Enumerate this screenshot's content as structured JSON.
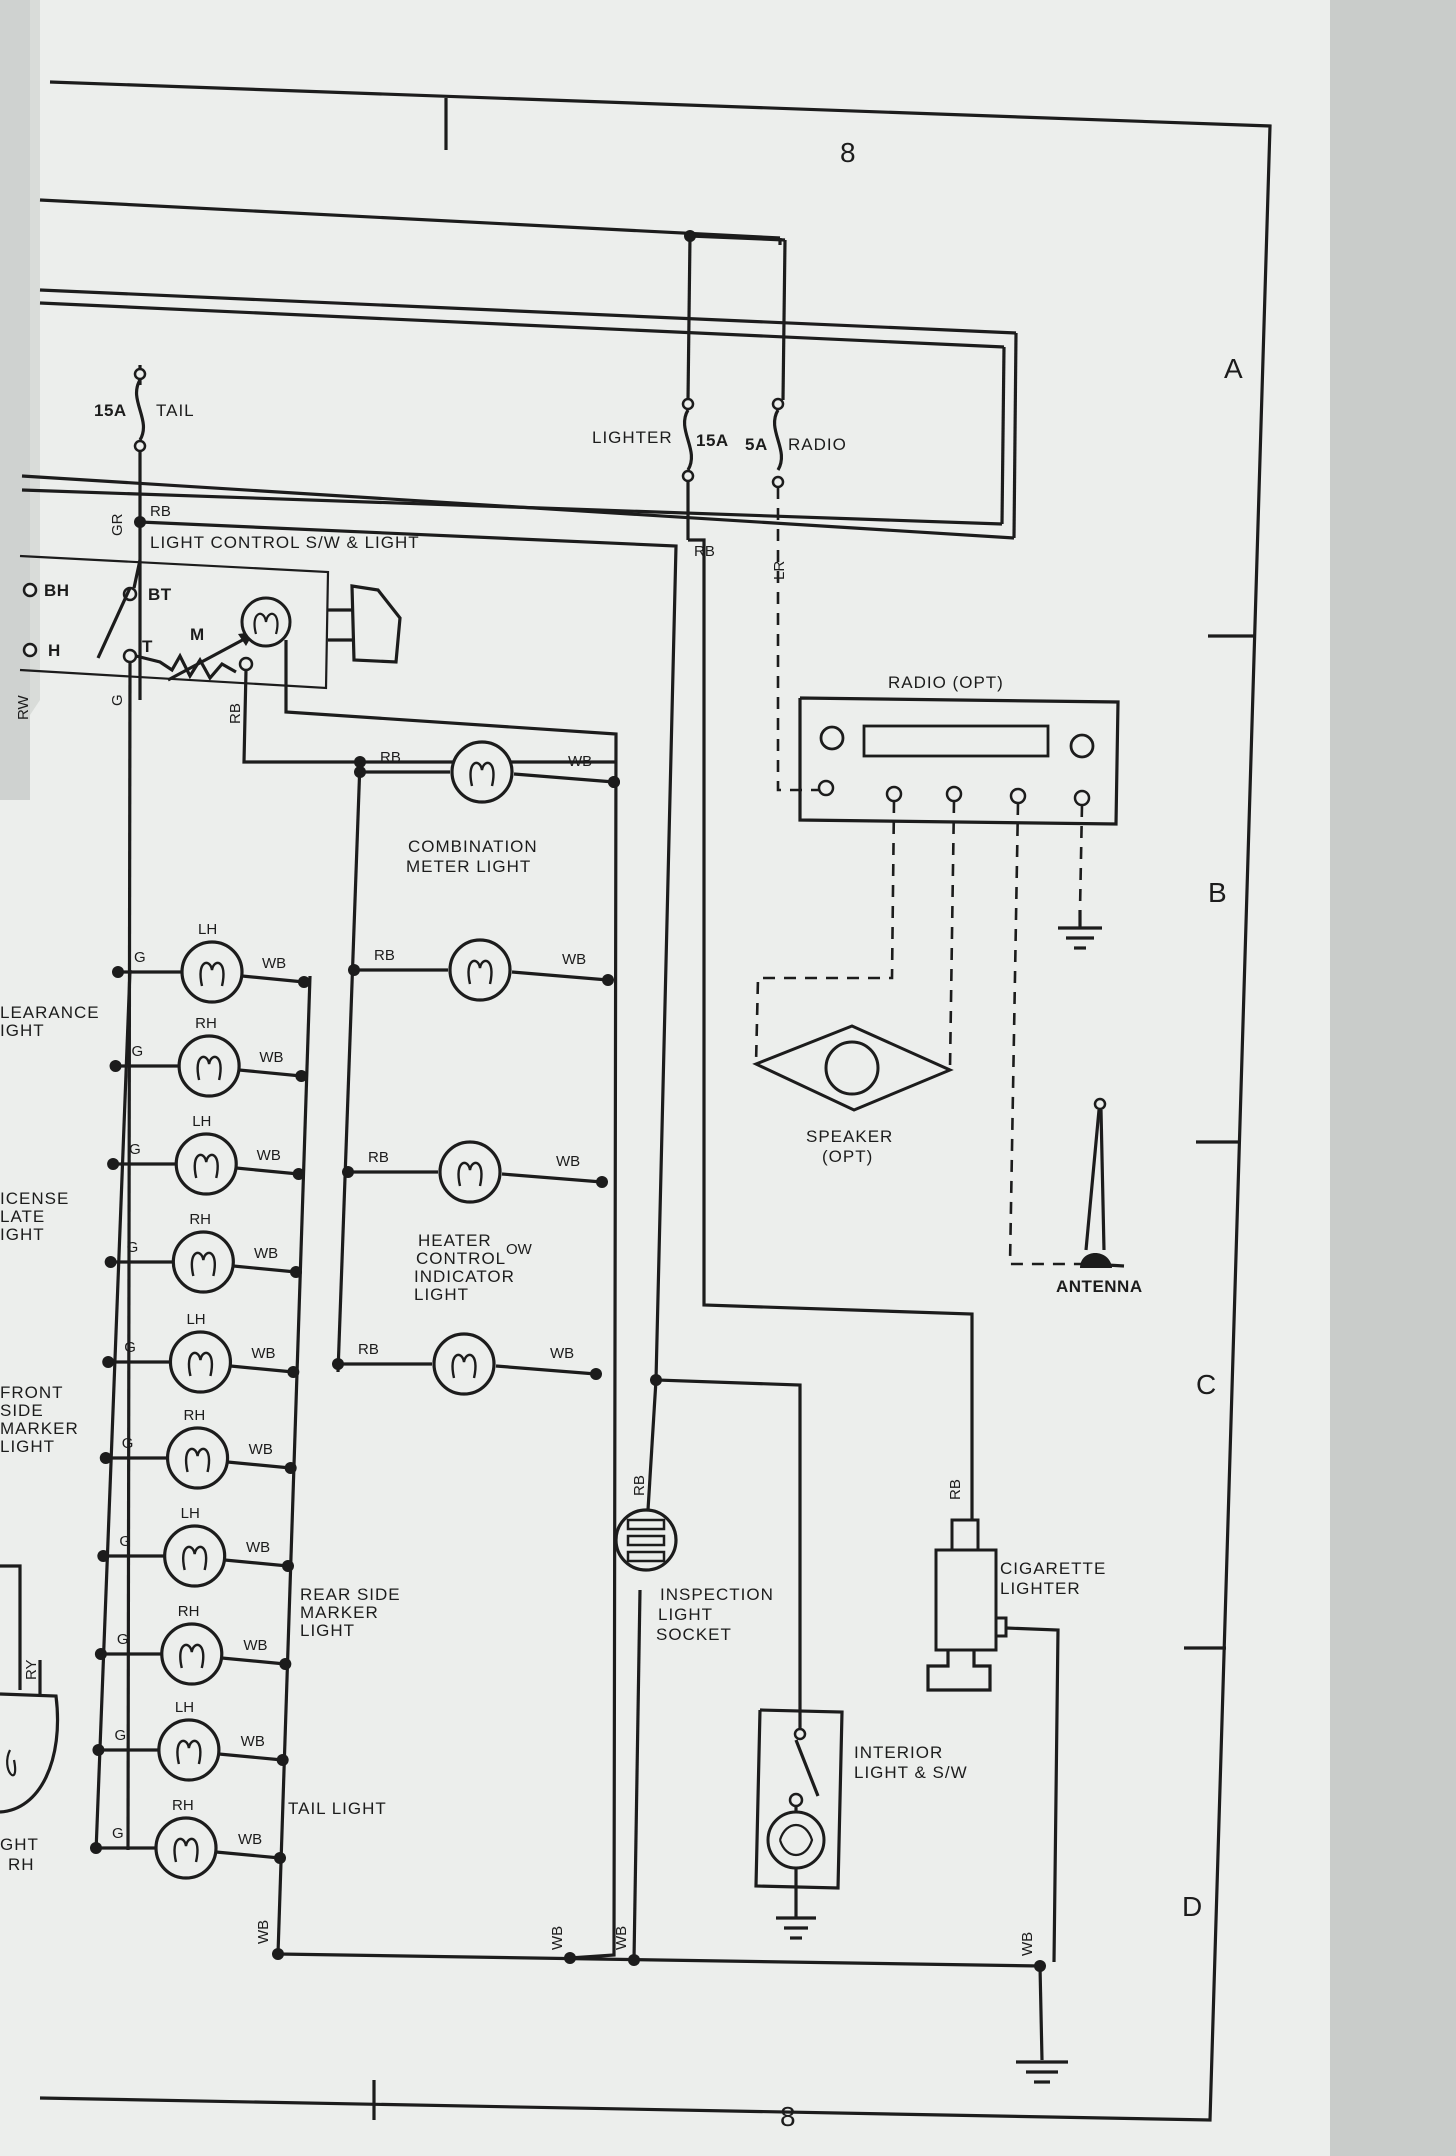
{
  "page_numbers": {
    "top": "8",
    "bottom": "8"
  },
  "grid_rows": [
    "A",
    "B",
    "C",
    "D"
  ],
  "fuses": {
    "tail": {
      "rating": "15A",
      "name": "TAIL"
    },
    "lighter": {
      "rating": "15A",
      "name": "LIGHTER"
    },
    "radio": {
      "rating": "5A",
      "name": "RADIO"
    }
  },
  "wire_codes": {
    "gr": "GR",
    "rb": "RB",
    "lr": "LR",
    "rw": "RW",
    "g": "G",
    "wb": "WB",
    "ry": "RY"
  },
  "light_control": {
    "title": "LIGHT CONTROL S/W & LIGHT",
    "terminals": {
      "bh": "BH",
      "h": "H",
      "bt": "BT",
      "t": "T",
      "m": "M"
    }
  },
  "combination_meter": {
    "title_line1": "COMBINATION",
    "title_line2": "METER LIGHT"
  },
  "heater_control": {
    "line1": "HEATER",
    "line1_suffix": "OW",
    "line2": "CONTROL",
    "line3": "INDICATOR",
    "line4": "LIGHT"
  },
  "side_labels": {
    "clearance": [
      "LEARANCE",
      "IGHT"
    ],
    "license": [
      "ICENSE",
      "LATE",
      "IGHT"
    ],
    "front_side": [
      "FRONT",
      "SIDE",
      "MARKER",
      "LIGHT"
    ],
    "rear_side": [
      "REAR SIDE",
      "MARKER",
      "LIGHT"
    ],
    "tail_light": "TAIL LIGHT",
    "headlight": [
      "GHT",
      "RH"
    ]
  },
  "lamp_sides": [
    "LH",
    "RH",
    "LH",
    "RH",
    "LH",
    "RH",
    "LH",
    "RH",
    "LH",
    "RH"
  ],
  "radio": {
    "title": "RADIO (OPT)"
  },
  "speaker": {
    "line1": "SPEAKER",
    "line2": "(OPT)"
  },
  "antenna": {
    "label": "ANTENNA"
  },
  "cigarette_lighter": {
    "line1": "CIGARETTE",
    "line2": "LIGHTER"
  },
  "inspection_socket": {
    "line1": "INSPECTION",
    "line2": "LIGHT",
    "line3": "SOCKET"
  },
  "interior_light": {
    "line1": "INTERIOR",
    "line2": "LIGHT & S/W"
  },
  "colors": {
    "paper": "#eceeec",
    "ink": "#1c1c1c",
    "background": "#d9dcd9"
  }
}
